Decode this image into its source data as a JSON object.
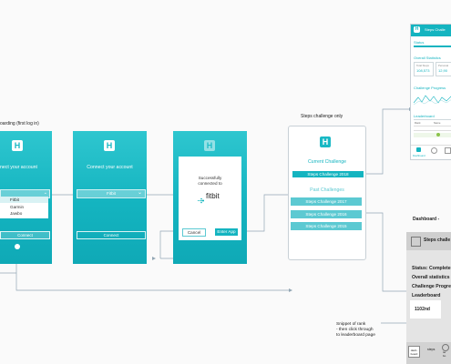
{
  "flow": {
    "onboarding_title": "oarding (first log in)",
    "steps_title": "Steps challenge only",
    "dashboard_title": "Dashboard -"
  },
  "screen1": {
    "logo": "H",
    "heading": "nect your account",
    "dropdown_options": [
      "Fitbit",
      "Garmin",
      "Jawbo"
    ],
    "connect_label": "Connect"
  },
  "screen2": {
    "logo": "H",
    "heading": "Connect your account",
    "select_value": "Fitbit",
    "connect_label": "Connect"
  },
  "screen3": {
    "logo": "H",
    "modal_text_1": "Successfully",
    "modal_text_2": "connected to",
    "brand": "fitbit",
    "cancel_label": "Cancel",
    "enter_label": "Enter App"
  },
  "screen4": {
    "logo": "H",
    "current_label": "Current Challenge",
    "current_item": "Steps Challenge 2018",
    "past_label": "Past Challenges",
    "past_items": [
      "Steps Challenge 2017",
      "Steps Challenge 2016",
      "Steps Challenge 2015"
    ]
  },
  "dash_small": {
    "header": "Steps Challe",
    "status": "Status",
    "overall": "Overall Statistics",
    "card1_label": "Total Steps",
    "card1_value": "108,573",
    "card2_label": "Personal",
    "card2_value": "12,90",
    "progress": "Challenge Progress",
    "leaderboard": "Leaderboard",
    "col1": "Rank",
    "col2": "Name",
    "tab1": "Dashboard"
  },
  "dash_large": {
    "header": "Steps challe",
    "status": "Status: Complete",
    "overall": "Overall statistics",
    "progress": "Challenge Progre",
    "leaderboard": "Leaderboard",
    "rank": "1102nd",
    "tab1": "dash-\nboard",
    "tab2": "steps",
    "tab3": "ter\nbo"
  },
  "annotation": {
    "line1": "Snippet of rank",
    "line2": "- then click through",
    "line3": "to leaderboard page"
  },
  "colors": {
    "teal": "#14b4c0",
    "teal_light": "#5cc9d2",
    "line": "#8aa0b0"
  }
}
